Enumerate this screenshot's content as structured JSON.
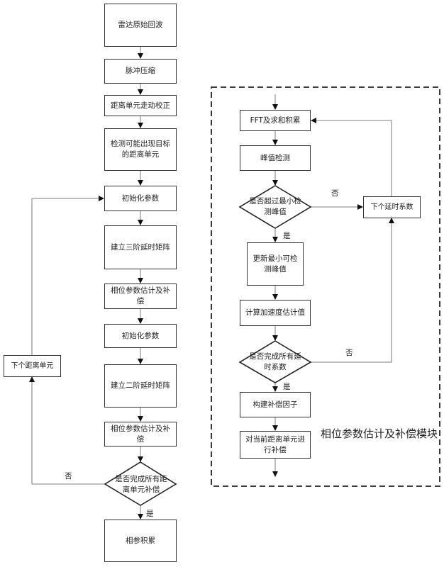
{
  "diagram": {
    "main_flow": [
      {
        "id": "radar_echo",
        "text": "雷达原始回波"
      },
      {
        "id": "pulse_compress",
        "text": "脉冲压缩"
      },
      {
        "id": "range_migration",
        "text": "距离单元走动校正"
      },
      {
        "id": "detect_cells",
        "text": "检测可能出现目标的距离单元"
      },
      {
        "id": "init_params_1",
        "text": "初始化参数"
      },
      {
        "id": "third_order",
        "text": "建立三阶延时矩阵"
      },
      {
        "id": "phase_est_1",
        "text": "相位参数估计及补偿"
      },
      {
        "id": "init_params_2",
        "text": "初始化参数"
      },
      {
        "id": "second_order",
        "text": "建立二阶延时矩阵"
      },
      {
        "id": "phase_est_2",
        "text": "相位参数估计及补偿"
      },
      {
        "id": "all_cells_done",
        "text": "是否完成所有距离单元补偿",
        "shape": "diamond"
      },
      {
        "id": "coherent_integration",
        "text": "相参积累"
      }
    ],
    "next_range_cell": {
      "text": "下个距离单元"
    },
    "main_yes": "是",
    "main_no": "否",
    "module": {
      "title": "相位参数估计及补偿模块",
      "steps": [
        {
          "id": "fft_sum",
          "text": "FFT及求和积累"
        },
        {
          "id": "peak_detect",
          "text": "峰值检测"
        },
        {
          "id": "exceed_min",
          "text": "是否超过最小检测峰值",
          "shape": "diamond"
        },
        {
          "id": "update_min",
          "text": "更新最小可检测峰值"
        },
        {
          "id": "calc_accel",
          "text": "计算加速度估计值"
        },
        {
          "id": "all_delays_done",
          "text": "是否完成所有延时系数",
          "shape": "diamond"
        },
        {
          "id": "build_factor",
          "text": "构建补偿因子"
        },
        {
          "id": "compensate_cell",
          "text": "对当前距离单元进行补偿"
        }
      ],
      "next_delay": {
        "text": "下个延时系数"
      },
      "yes_1": "是",
      "no_1": "否",
      "yes_2": "是",
      "no_2": "否"
    }
  }
}
